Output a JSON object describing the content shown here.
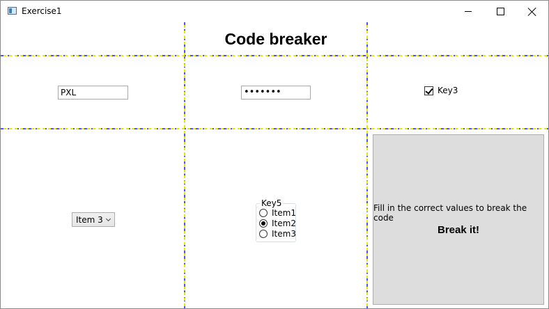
{
  "window": {
    "title": "Exercise1",
    "icons": {
      "app": "app-window-icon",
      "minimize": "minimize-icon",
      "maximize": "maximize-icon",
      "close": "close-icon"
    }
  },
  "header": {
    "title": "Code breaker"
  },
  "inputs": {
    "key1_value": "PXL",
    "key2_masked": "•••••••"
  },
  "checkbox": {
    "label": "Key3",
    "checked": true
  },
  "combo": {
    "selected": "Item 3",
    "icon": "chevron-down-icon"
  },
  "radio_group": {
    "legend": "Key5",
    "items": [
      {
        "label": "Item1",
        "checked": false
      },
      {
        "label": "Item2",
        "checked": true
      },
      {
        "label": "Item3",
        "checked": false
      }
    ]
  },
  "break_button": {
    "hint": "Fill in the correct values to break the code",
    "label": "Break it!"
  },
  "colors": {
    "grid_dash_primary": "#5050ff",
    "grid_dash_secondary": "#e8e800",
    "button_background": "#dddddd"
  }
}
